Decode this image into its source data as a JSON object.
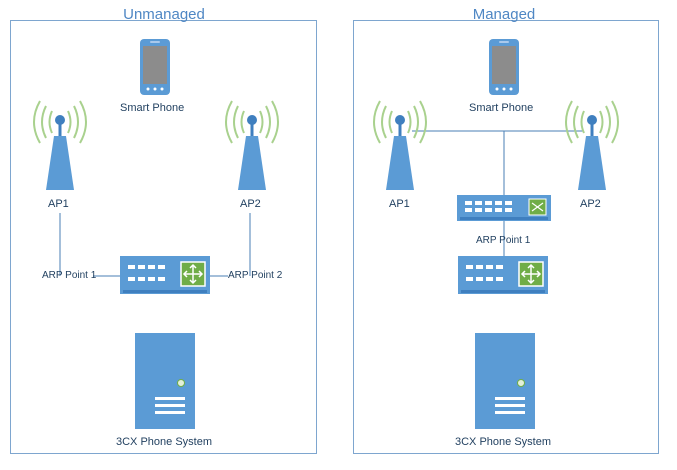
{
  "panels": {
    "unmanaged": {
      "title": "Unmanaged",
      "phone_label": "Smart Phone",
      "ap1_label": "AP1",
      "ap2_label": "AP2",
      "arp1_label": "ARP Point 1",
      "arp2_label": "ARP Point 2",
      "server_label": "3CX Phone System"
    },
    "managed": {
      "title": "Managed",
      "phone_label": "Smart Phone",
      "ap1_label": "AP1",
      "ap2_label": "AP2",
      "arp1_label": "ARP Point 1",
      "server_label": "3CX Phone System"
    }
  },
  "colors": {
    "device_blue": "#5b9bd5",
    "device_dark": "#3f7fbf",
    "signal_green": "#a9d18e",
    "router_green": "#70ad47",
    "line": "#4a7fb5",
    "border": "#7ea6cf",
    "title": "#4f87c4"
  },
  "icons": {
    "phone": "smartphone-icon",
    "access_point": "wireless-access-point-icon",
    "switch": "network-switch-icon",
    "router": "router-icon",
    "server": "server-tower-icon"
  }
}
